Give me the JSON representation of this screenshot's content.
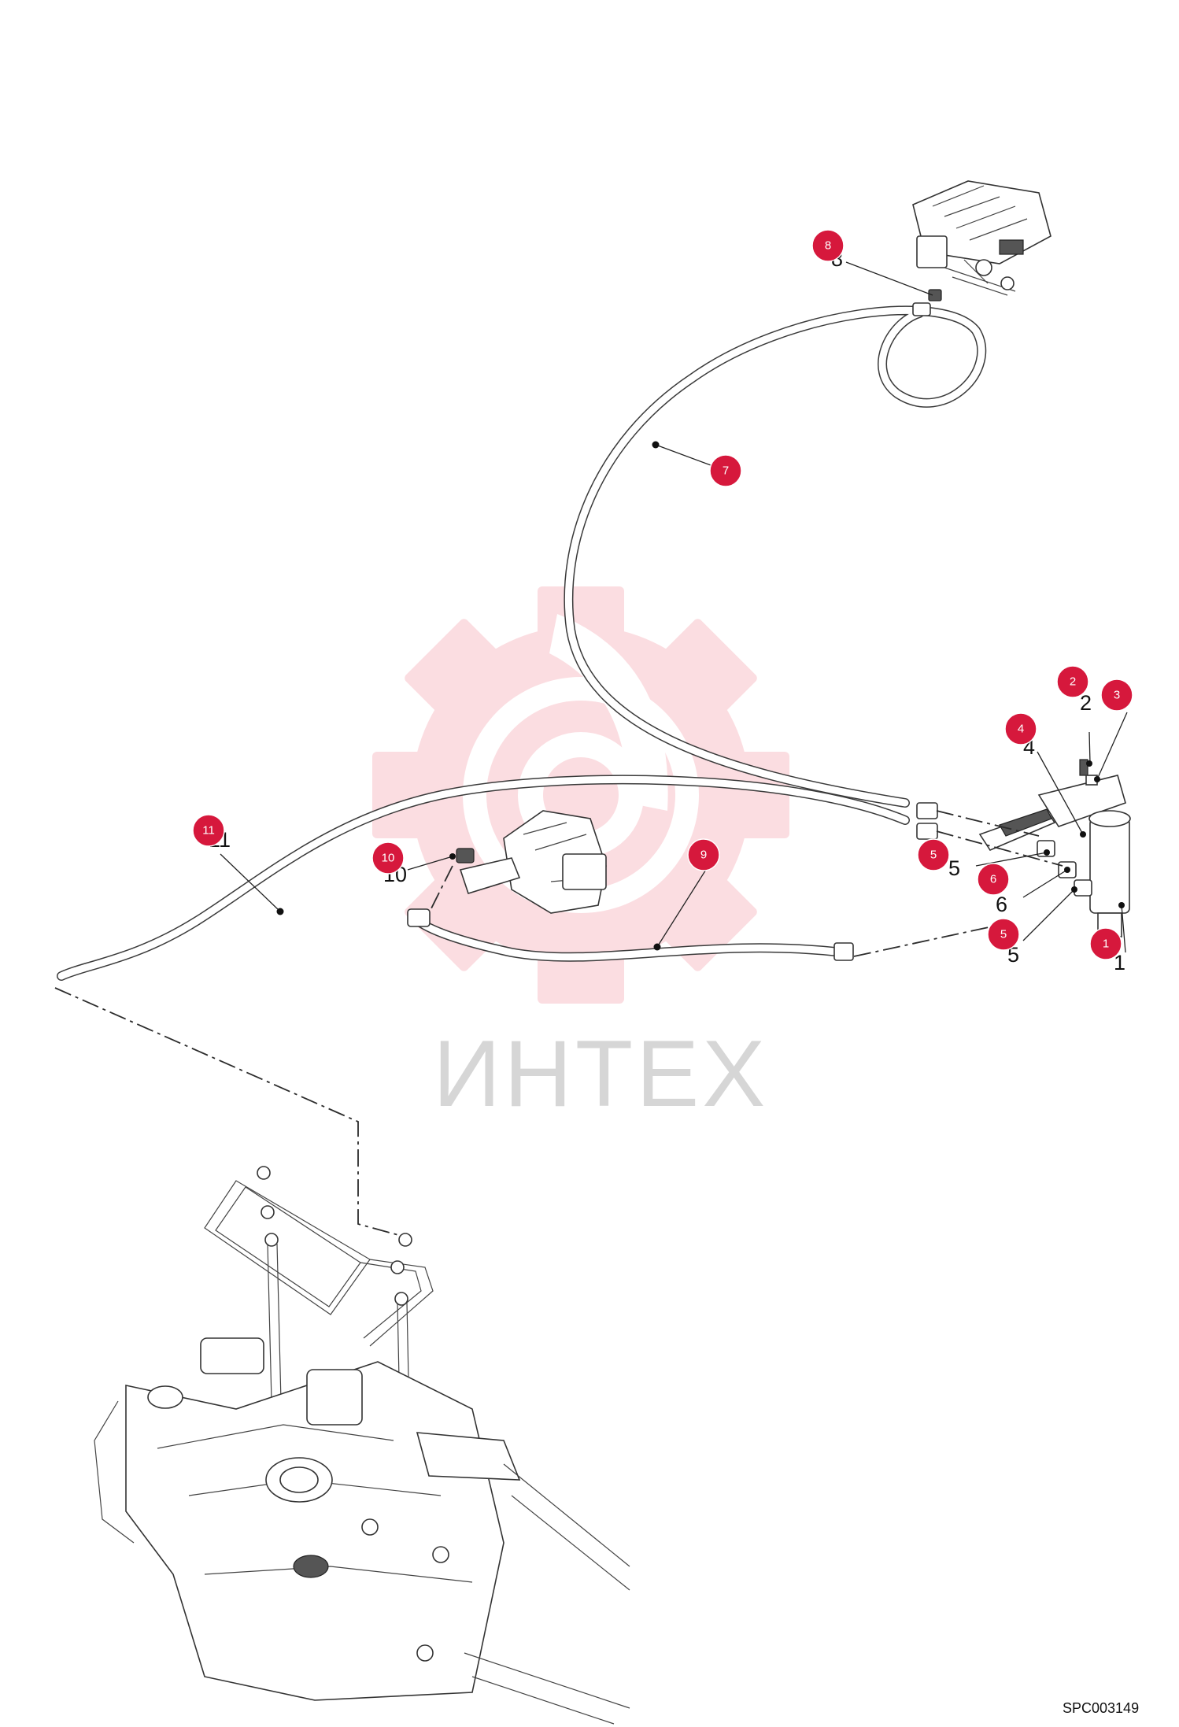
{
  "callouts": [
    {
      "id": "1",
      "label": "1"
    },
    {
      "id": "2",
      "label": "2"
    },
    {
      "id": "3",
      "label": "3"
    },
    {
      "id": "4",
      "label": "4"
    },
    {
      "id": "5",
      "label": "5"
    },
    {
      "id": "5b",
      "label": "5"
    },
    {
      "id": "6",
      "label": "6"
    },
    {
      "id": "7",
      "label": "7"
    },
    {
      "id": "8",
      "label": "8"
    },
    {
      "id": "9",
      "label": "9"
    },
    {
      "id": "10",
      "label": "10"
    },
    {
      "id": "11",
      "label": "11"
    }
  ],
  "drawing_numbers": {
    "n1": "1",
    "n2": "2",
    "n4": "4",
    "n5": "5",
    "n6": "6",
    "n5b": "5",
    "n8": "8",
    "n10": "10",
    "n11": "11",
    "n9": "9"
  },
  "watermark": {
    "text": "ИНТЕХ",
    "color": "#f06a7a"
  },
  "drawing_code": "SPC003149",
  "colors": {
    "badge": "#d6183c",
    "line": "#3a3a3a"
  }
}
